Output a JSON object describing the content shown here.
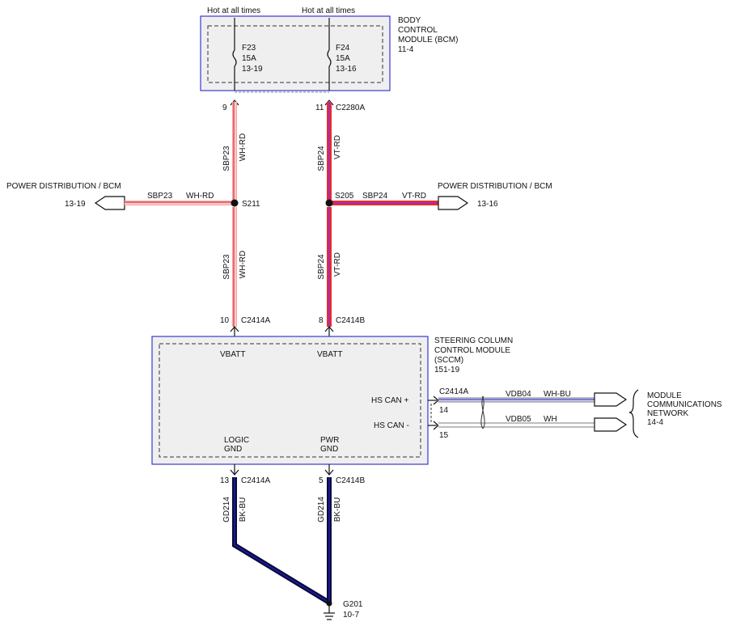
{
  "bcm": {
    "title": [
      "BODY",
      "CONTROL",
      "MODULE (BCM)",
      "11-4"
    ],
    "hot_left": "Hot at all times",
    "hot_right": "Hot at all times",
    "fuse_left": [
      "F23",
      "15A",
      "13-19"
    ],
    "fuse_right": [
      "F24",
      "15A",
      "13-16"
    ]
  },
  "upper": {
    "pin_left": "9",
    "pin_right": "11",
    "connector_right": "C2280A",
    "circuit_left": "SBP23",
    "color_left": "WH-RD",
    "circuit_right": "SBP24",
    "color_right": "VT-RD"
  },
  "branches": {
    "left_title": "POWER DISTRIBUTION / BCM",
    "left_ref": "13-19",
    "left_circuit": "SBP23",
    "left_color": "WH-RD",
    "left_splice": "S211",
    "right_title": "POWER DISTRIBUTION / BCM",
    "right_ref": "13-16",
    "right_circuit": "SBP24",
    "right_color": "VT-RD",
    "right_splice": "S205"
  },
  "lower": {
    "circuit_left": "SBP23",
    "color_left": "WH-RD",
    "circuit_right": "SBP24",
    "color_right": "VT-RD",
    "pin_left": "10",
    "connector_left": "C2414A",
    "pin_right": "8",
    "connector_right": "C2414B"
  },
  "sccm": {
    "title": [
      "STEERING COLUMN",
      "CONTROL MODULE",
      "(SCCM)",
      "151-19"
    ],
    "vbatt_left": "VBATT",
    "vbatt_right": "VBATT",
    "can_plus": "HS CAN +",
    "can_minus": "HS CAN -",
    "logic_gnd": [
      "LOGIC",
      "GND"
    ],
    "pwr_gnd": [
      "PWR",
      "GND"
    ]
  },
  "can": {
    "connector": "C2414A",
    "pin_plus": "14",
    "pin_minus": "15",
    "circuit_plus": "VDB04",
    "color_plus": "WH-BU",
    "circuit_minus": "VDB05",
    "color_minus": "WH",
    "network": [
      "MODULE",
      "COMMUNICATIONS",
      "NETWORK",
      "14-4"
    ]
  },
  "ground": {
    "pin_left": "13",
    "connector_left": "C2414A",
    "pin_right": "5",
    "connector_right": "C2414B",
    "circuit_left": "GD214",
    "color_left": "BK-BU",
    "circuit_right": "GD214",
    "color_right": "BK-BU",
    "ground_point": "G201",
    "ground_ref": "10-7"
  },
  "colors": {
    "module_border": "#3a3ad0",
    "module_fill": "#efefef",
    "wire_red": "#e03030",
    "wire_violet": "#b02aa0",
    "wire_pink": "#f4a6a6",
    "wire_blue": "#2020b0",
    "ground_wire": "#0a0a3a"
  }
}
